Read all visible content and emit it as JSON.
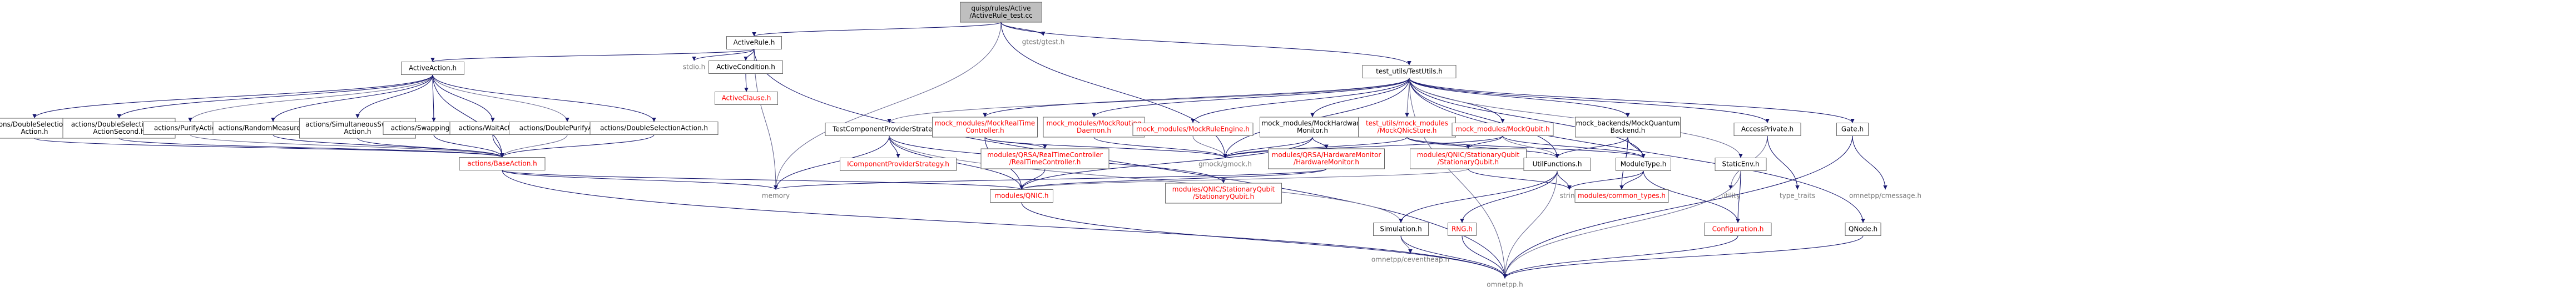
{
  "colors": {
    "edge": "#191970",
    "edge_alt": "#6a6a92",
    "border_normal": "#666666",
    "border_red": "#ff0000",
    "fill_root": "#bfbfbf",
    "fill_node": "#ffffff",
    "text_red": "#ff0000",
    "text_grey": "#7a7a7a"
  },
  "nodes": [
    {
      "id": "root",
      "lines": [
        "quisp/rules/Active",
        "/ActiveRule_test.cc"
      ],
      "style": "root"
    },
    {
      "id": "ActiveRule",
      "lines": [
        "ActiveRule.h"
      ],
      "style": "normal"
    },
    {
      "id": "gtest",
      "lines": [
        "gtest/gtest.h"
      ],
      "style": "plain"
    },
    {
      "id": "TestUtils",
      "lines": [
        "test_utils/TestUtils.h"
      ],
      "style": "normal"
    },
    {
      "id": "ActiveAction",
      "lines": [
        "ActiveAction.h"
      ],
      "style": "normal"
    },
    {
      "id": "stdio",
      "lines": [
        "stdio.h"
      ],
      "style": "plain"
    },
    {
      "id": "ActiveCondition",
      "lines": [
        "ActiveCondition.h"
      ],
      "style": "normal"
    },
    {
      "id": "ActiveClause",
      "lines": [
        "ActiveClause.h"
      ],
      "style": "red"
    },
    {
      "id": "DSD1",
      "lines": [
        "actions/DoubleSelectionDual",
        "Action.h"
      ],
      "style": "normal"
    },
    {
      "id": "DSD2",
      "lines": [
        "actions/DoubleSelectionDual",
        "ActionSecond.h"
      ],
      "style": "normal"
    },
    {
      "id": "Purify",
      "lines": [
        "actions/PurifyAction.h"
      ],
      "style": "normal"
    },
    {
      "id": "RandomMeasure",
      "lines": [
        "actions/RandomMeasureAction.h"
      ],
      "style": "normal"
    },
    {
      "id": "SimSwap",
      "lines": [
        "actions/SimultaneousSwapping",
        "Action.h"
      ],
      "style": "normal"
    },
    {
      "id": "Swapping",
      "lines": [
        "actions/SwappingAction.h"
      ],
      "style": "normal"
    },
    {
      "id": "Wait",
      "lines": [
        "actions/WaitAction.h"
      ],
      "style": "normal"
    },
    {
      "id": "DoublePurify",
      "lines": [
        "actions/DoublePurifyAction.h"
      ],
      "style": "normal"
    },
    {
      "id": "DoubleSel",
      "lines": [
        "actions/DoubleSelectionAction.h"
      ],
      "style": "normal"
    },
    {
      "id": "BaseAction",
      "lines": [
        "actions/BaseAction.h"
      ],
      "style": "red"
    },
    {
      "id": "memory",
      "lines": [
        "memory"
      ],
      "style": "plain"
    },
    {
      "id": "omnetpp",
      "lines": [
        "omnetpp.h"
      ],
      "style": "plain"
    },
    {
      "id": "TCPS",
      "lines": [
        "TestComponentProviderStrategy.h"
      ],
      "style": "normal"
    },
    {
      "id": "MockRealTime",
      "lines": [
        "mock_modules/MockRealTime",
        "Controller.h"
      ],
      "style": "red"
    },
    {
      "id": "MockRouting",
      "lines": [
        "mock_modules/MockRouting",
        "Daemon.h"
      ],
      "style": "red"
    },
    {
      "id": "MockRuleEngine",
      "lines": [
        "mock_modules/MockRuleEngine.h"
      ],
      "style": "red"
    },
    {
      "id": "MockHW",
      "lines": [
        "mock_modules/MockHardware",
        "Monitor.h"
      ],
      "style": "normal"
    },
    {
      "id": "MockQNicStore",
      "lines": [
        "test_utils/mock_modules",
        "/MockQNicStore.h"
      ],
      "style": "red"
    },
    {
      "id": "MockQubit",
      "lines": [
        "mock_modules/MockQubit.h"
      ],
      "style": "red"
    },
    {
      "id": "MockQB",
      "lines": [
        "mock_backends/MockQuantum",
        "Backend.h"
      ],
      "style": "normal"
    },
    {
      "id": "AccessPrivate",
      "lines": [
        "AccessPrivate.h"
      ],
      "style": "normal"
    },
    {
      "id": "Gate",
      "lines": [
        "Gate.h"
      ],
      "style": "normal"
    },
    {
      "id": "StaticEnv",
      "lines": [
        "StaticEnv.h"
      ],
      "style": "normal"
    },
    {
      "id": "QNode",
      "lines": [
        "QNode.h"
      ],
      "style": "normal"
    },
    {
      "id": "ICPS",
      "lines": [
        "IComponentProviderStrategy.h"
      ],
      "style": "red"
    },
    {
      "id": "RTC",
      "lines": [
        "modules/QRSA/RealTimeController",
        "/RealTimeController.h"
      ],
      "style": "red"
    },
    {
      "id": "gmock",
      "lines": [
        "gmock/gmock.h"
      ],
      "style": "plain"
    },
    {
      "id": "HWMon",
      "lines": [
        "modules/QRSA/HardwareMonitor",
        "/HardwareMonitor.h"
      ],
      "style": "red"
    },
    {
      "id": "SQ1",
      "lines": [
        "modules/QNIC/StationaryQubit",
        "/StationaryQubit.h"
      ],
      "style": "red"
    },
    {
      "id": "UtilFunctions",
      "lines": [
        "UtilFunctions.h"
      ],
      "style": "normal"
    },
    {
      "id": "ModuleType",
      "lines": [
        "ModuleType.h"
      ],
      "style": "normal"
    },
    {
      "id": "QNIC",
      "lines": [
        "modules/QNIC.h"
      ],
      "style": "red"
    },
    {
      "id": "SQ2",
      "lines": [
        "modules/QNIC/StationaryQubit",
        "/StationaryQubit.h"
      ],
      "style": "red"
    },
    {
      "id": "Simulation",
      "lines": [
        "Simulation.h"
      ],
      "style": "normal"
    },
    {
      "id": "RNG",
      "lines": [
        "RNG.h"
      ],
      "style": "red"
    },
    {
      "id": "string",
      "lines": [
        "string"
      ],
      "style": "plain"
    },
    {
      "id": "common_types",
      "lines": [
        "modules/common_types.h"
      ],
      "style": "red"
    },
    {
      "id": "Configuration",
      "lines": [
        "Configuration.h"
      ],
      "style": "red"
    },
    {
      "id": "utility",
      "lines": [
        "utility"
      ],
      "style": "plain"
    },
    {
      "id": "type_traits",
      "lines": [
        "type_traits"
      ],
      "style": "plain"
    },
    {
      "id": "cmessage",
      "lines": [
        "omnetpp/cmessage.h"
      ],
      "style": "plain"
    },
    {
      "id": "ceventheap",
      "lines": [
        "omnetpp/ceventheap.h"
      ],
      "style": "plain"
    }
  ],
  "edges": [
    [
      "root",
      "ActiveRule"
    ],
    [
      "root",
      "gtest"
    ],
    [
      "root",
      "TestUtils"
    ],
    [
      "root",
      "memory"
    ],
    [
      "root",
      "gmock"
    ],
    [
      "ActiveRule",
      "ActiveAction"
    ],
    [
      "ActiveRule",
      "stdio"
    ],
    [
      "ActiveRule",
      "ActiveCondition"
    ],
    [
      "ActiveRule",
      "memory"
    ],
    [
      "ActiveRule",
      "omnetpp"
    ],
    [
      "ActiveCondition",
      "ActiveClause"
    ],
    [
      "ActiveAction",
      "DSD1"
    ],
    [
      "ActiveAction",
      "DSD2"
    ],
    [
      "ActiveAction",
      "Purify"
    ],
    [
      "ActiveAction",
      "RandomMeasure"
    ],
    [
      "ActiveAction",
      "SimSwap"
    ],
    [
      "ActiveAction",
      "Swapping"
    ],
    [
      "ActiveAction",
      "Wait"
    ],
    [
      "ActiveAction",
      "DoublePurify"
    ],
    [
      "ActiveAction",
      "DoubleSel"
    ],
    [
      "ActiveAction",
      "BaseAction"
    ],
    [
      "DSD1",
      "BaseAction"
    ],
    [
      "DSD2",
      "BaseAction"
    ],
    [
      "Purify",
      "BaseAction"
    ],
    [
      "RandomMeasure",
      "BaseAction"
    ],
    [
      "SimSwap",
      "BaseAction"
    ],
    [
      "Swapping",
      "BaseAction"
    ],
    [
      "Wait",
      "BaseAction"
    ],
    [
      "DoublePurify",
      "BaseAction"
    ],
    [
      "DoubleSel",
      "BaseAction"
    ],
    [
      "BaseAction",
      "memory"
    ],
    [
      "BaseAction",
      "omnetpp"
    ],
    [
      "BaseAction",
      "QNIC"
    ],
    [
      "TestUtils",
      "TCPS"
    ],
    [
      "TestUtils",
      "MockRealTime"
    ],
    [
      "TestUtils",
      "MockRouting"
    ],
    [
      "TestUtils",
      "MockRuleEngine"
    ],
    [
      "TestUtils",
      "MockHW"
    ],
    [
      "TestUtils",
      "MockQNicStore"
    ],
    [
      "TestUtils",
      "MockQubit"
    ],
    [
      "TestUtils",
      "MockQB"
    ],
    [
      "TestUtils",
      "AccessPrivate"
    ],
    [
      "TestUtils",
      "Gate"
    ],
    [
      "TestUtils",
      "StaticEnv"
    ],
    [
      "TestUtils",
      "QNode"
    ],
    [
      "TestUtils",
      "UtilFunctions"
    ],
    [
      "TestUtils",
      "ModuleType"
    ],
    [
      "TestUtils",
      "gmock"
    ],
    [
      "TestUtils",
      "omnetpp"
    ],
    [
      "TCPS",
      "ICPS"
    ],
    [
      "TCPS",
      "memory"
    ],
    [
      "TCPS",
      "QNIC"
    ],
    [
      "TCPS",
      "SQ2"
    ],
    [
      "TCPS",
      "Simulation"
    ],
    [
      "MockRealTime",
      "RTC"
    ],
    [
      "MockRealTime",
      "gmock"
    ],
    [
      "MockRealTime",
      "QNIC"
    ],
    [
      "MockRouting",
      "gmock"
    ],
    [
      "MockRuleEngine",
      "gmock"
    ],
    [
      "MockHW",
      "HWMon"
    ],
    [
      "MockHW",
      "gmock"
    ],
    [
      "MockHW",
      "QNIC"
    ],
    [
      "MockQNicStore",
      "gmock"
    ],
    [
      "MockQNicStore",
      "SQ1"
    ],
    [
      "MockQNicStore",
      "UtilFunctions"
    ],
    [
      "MockQNicStore",
      "ModuleType"
    ],
    [
      "MockQubit",
      "gmock"
    ],
    [
      "MockQubit",
      "SQ1"
    ],
    [
      "MockQubit",
      "UtilFunctions"
    ],
    [
      "MockQubit",
      "ModuleType"
    ],
    [
      "MockQB",
      "ModuleType"
    ],
    [
      "MockQB",
      "common_types"
    ],
    [
      "MockQB",
      "UtilFunctions"
    ],
    [
      "AccessPrivate",
      "utility"
    ],
    [
      "AccessPrivate",
      "type_traits"
    ],
    [
      "Gate",
      "cmessage"
    ],
    [
      "Gate",
      "omnetpp"
    ],
    [
      "StaticEnv",
      "Configuration"
    ],
    [
      "StaticEnv",
      "omnetpp"
    ],
    [
      "QNode",
      "omnetpp"
    ],
    [
      "RTC",
      "QNIC"
    ],
    [
      "HWMon",
      "memory"
    ],
    [
      "HWMon",
      "QNIC"
    ],
    [
      "SQ1",
      "QNIC"
    ],
    [
      "SQ1",
      "string"
    ],
    [
      "UtilFunctions",
      "RNG"
    ],
    [
      "UtilFunctions",
      "Simulation"
    ],
    [
      "UtilFunctions",
      "string"
    ],
    [
      "UtilFunctions",
      "omnetpp"
    ],
    [
      "ModuleType",
      "string"
    ],
    [
      "ModuleType",
      "common_types"
    ],
    [
      "ModuleType",
      "Configuration"
    ],
    [
      "QNIC",
      "omnetpp"
    ],
    [
      "Simulation",
      "ceventheap"
    ],
    [
      "Simulation",
      "omnetpp"
    ],
    [
      "RNG",
      "omnetpp"
    ],
    [
      "Configuration",
      "omnetpp"
    ]
  ]
}
